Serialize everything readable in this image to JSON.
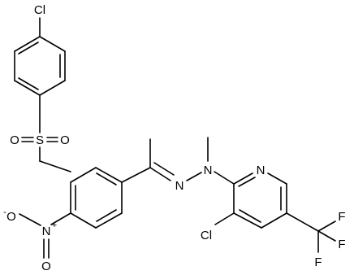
{
  "atoms": {
    "cl_top": "Cl",
    "sulfur": "S",
    "oxygen_left": "O",
    "oxygen_right": "O",
    "nitro_o_minus": "O",
    "nitro_minus_sign": "-",
    "nitro_n": "N",
    "nitro_plus_sign": "+",
    "nitro_o_double": "O",
    "imine_n": "N",
    "hydrazine_n": "N",
    "pyridine_n": "N",
    "cl_pyridine": "Cl",
    "f_top": "F",
    "f_right": "F",
    "f_bottom": "F"
  }
}
